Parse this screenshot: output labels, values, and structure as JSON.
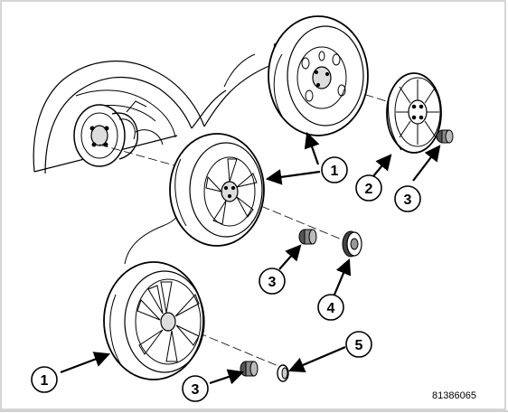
{
  "figure_id": "81386065",
  "callouts": [
    {
      "label": "1"
    },
    {
      "label": "2"
    },
    {
      "label": "3"
    },
    {
      "label": "1"
    },
    {
      "label": "3"
    },
    {
      "label": "4"
    },
    {
      "label": "1"
    },
    {
      "label": "5"
    },
    {
      "label": "3"
    }
  ]
}
